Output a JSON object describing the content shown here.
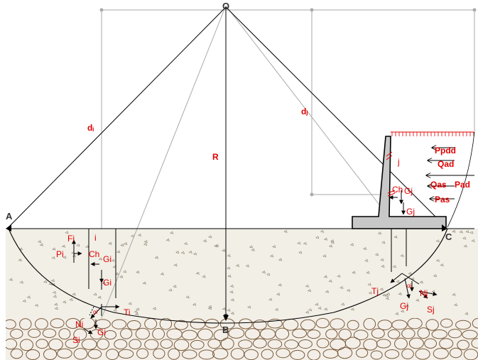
{
  "colors": {
    "soil": "#f1efe6",
    "gravel": "#f3efe8",
    "gravel_stroke": "#7a5a3a",
    "wall": "#c8c8c8",
    "label_red": "#e00000",
    "line": "#000000",
    "grid": "#aaaaaa"
  },
  "points": {
    "O": "O",
    "A": "A",
    "B": "B",
    "C": "C"
  },
  "geometry_labels": {
    "R": "R",
    "di": "dᵢ",
    "dj": "dⱼ"
  },
  "slice_i": {
    "Fi": "Fi",
    "i": "i",
    "Pi": "Pi",
    "Ch": "Ch",
    "Gi_upper": "Gi",
    "Gi_lower": "Gi",
    "alpha": "αi",
    "Ni": "Ni",
    "Gi_base": "Gi",
    "Si": "Si",
    "Ti": "Ti"
  },
  "slice_j": {
    "j": "j",
    "Ch": "Ch",
    "Gj_upper": "Gj",
    "Gj_wall": "Gj",
    "Tj": "Tj",
    "alpha": "αj",
    "Nj": "Nj",
    "Gj_base": "Gj",
    "Sj": "Sj"
  },
  "wall_loads": {
    "Ppdd": "Ppdd",
    "Qad": "Qad",
    "Qas": "Qas",
    "Pad": "Pad",
    "Pas": "Pas"
  }
}
